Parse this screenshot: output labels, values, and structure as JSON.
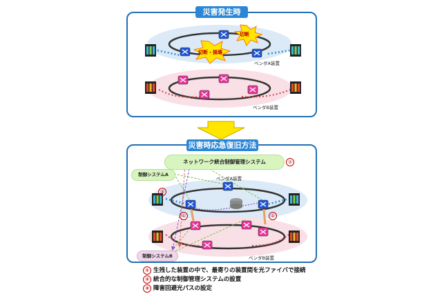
{
  "top_panel": {
    "title": "災害発生時",
    "vendor_a_label": "ベンダA装置",
    "vendor_b_label": "ベンダB装置",
    "burst_cut": "切断",
    "burst_cut_damage": "切断・損壊"
  },
  "arrow_color": "#ffe600",
  "bottom_panel": {
    "title": "災害時応急復旧方法",
    "nms_cloud": "ネットワーク統合制御管理システム",
    "nms_marker": "②",
    "control_a": "制御システムA",
    "control_b": "制御システムB",
    "vendor_a_label": "ベンダA装置",
    "vendor_b_label": "ベンダB装置",
    "marker_1a": "①",
    "marker_1b": "①",
    "marker_3": "③"
  },
  "legend": [
    {
      "num": "①",
      "text": "生残した装置の中で、最寄りの装置間を光ファイバで接続"
    },
    {
      "num": "②",
      "text": "統合的な制御管理システムの設置"
    },
    {
      "num": "③",
      "text": "障害回避光パスの設定"
    }
  ],
  "colors": {
    "panel_border": "#1f6fb5",
    "title_fill": "#2a86d6",
    "vendor_a_node": "#1f55d6",
    "vendor_b_node": "#e8359a",
    "vendor_a_band": "#dceaf7",
    "vendor_b_band": "#f9dfe6",
    "cloud_fill": "#d8f5c0",
    "marker_red": "#c00000"
  }
}
